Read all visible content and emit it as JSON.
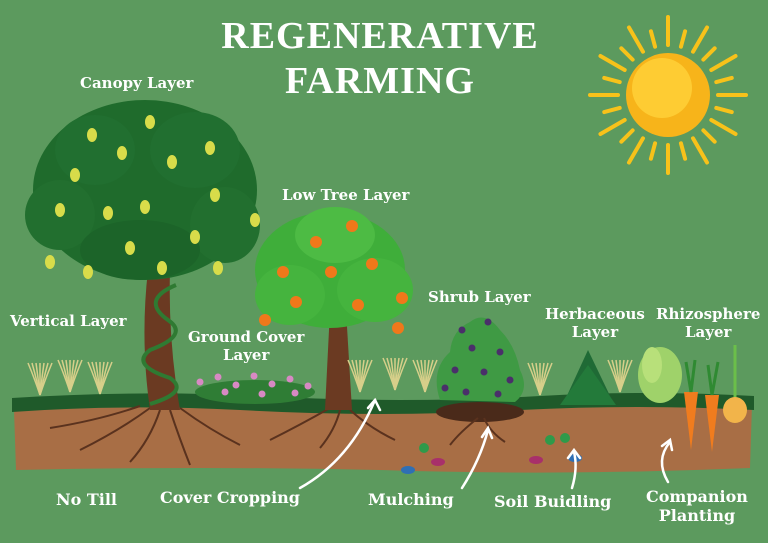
{
  "title": {
    "line1": "REGENERATIVE",
    "line2": "FARMING"
  },
  "layers": {
    "canopy": "Canopy Layer",
    "low_tree": "Low Tree Layer",
    "shrub": "Shrub Layer",
    "herbaceous_line1": "Herbaceous",
    "herbaceous_line2": "Layer",
    "rhizosphere_line1": "Rhizosphere",
    "rhizosphere_line2": "Layer",
    "vertical": "Vertical Layer",
    "ground_cover_line1": "Ground Cover",
    "ground_cover_line2": "Layer"
  },
  "practices": {
    "no_till": "No Till",
    "cover_cropping": "Cover Cropping",
    "mulching": "Mulching",
    "soil_building": "Soil Buidling",
    "companion_line1": "Companion",
    "companion_line2": "Planting"
  },
  "colors": {
    "background": "#5c9a5e",
    "soil": "#a86e45",
    "grass": "#1f5a2a",
    "canopy_foliage": "#1f6b2c",
    "low_tree_foliage": "#3fae3a",
    "sun": "#f7b41a"
  },
  "icons": [
    "sun-icon",
    "canopy-tree-icon",
    "low-tree-icon",
    "shrub-icon",
    "herbaceous-plant-icon",
    "carrot-icon",
    "onion-icon",
    "lettuce-icon",
    "vine-icon",
    "flower-icon",
    "mulch-icon",
    "microbe-icon"
  ]
}
